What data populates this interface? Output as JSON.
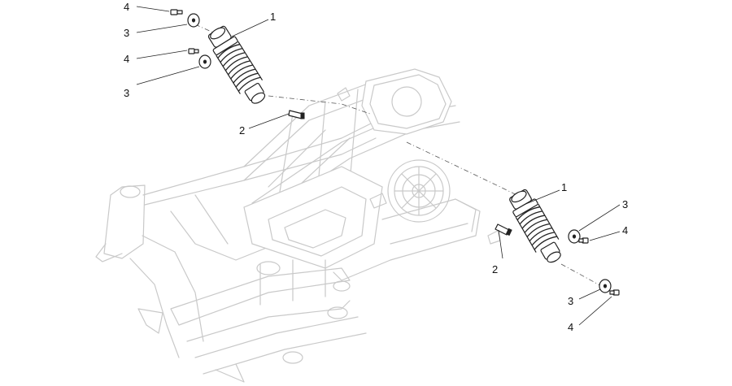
{
  "callouts": [
    {
      "id": "c1a",
      "text": "1"
    },
    {
      "id": "c1b",
      "text": "1"
    },
    {
      "id": "c2a",
      "text": "2"
    },
    {
      "id": "c2b",
      "text": "2"
    },
    {
      "id": "c3a",
      "text": "3"
    },
    {
      "id": "c3b",
      "text": "3"
    },
    {
      "id": "c3c",
      "text": "3"
    },
    {
      "id": "c3d",
      "text": "3"
    },
    {
      "id": "c4a",
      "text": "4"
    },
    {
      "id": "c4b",
      "text": "4"
    },
    {
      "id": "c4c",
      "text": "4"
    },
    {
      "id": "c4d",
      "text": "4"
    }
  ]
}
